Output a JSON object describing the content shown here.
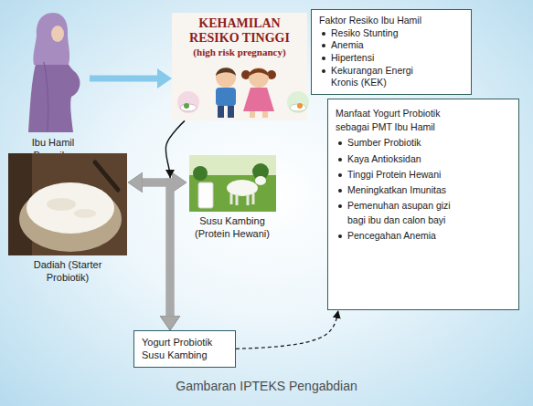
{
  "diagram": {
    "caption": "Gambaran IPTEKS Pengabdian",
    "nodes": [
      {
        "text": [
          "Ibu Hamil Beresiko"
        ]
      },
      {
        "text": [
          "KEHAMILAN RESIKO TINGGI",
          "(high risk pregnancy)"
        ]
      },
      {
        "text": [
          "Faktor Resiko Ibu Hamil",
          "Resiko Stunting",
          "Anemia",
          "Hipertensi",
          "Kekurangan Energi Kronis (KEK)"
        ]
      },
      {
        "text": [
          "Manfaat Yogurt Probiotik sebagai PMT Ibu Hamil",
          "Sumber Probiotik",
          "Kaya Antioksidan",
          "Tinggi Protein Hewani",
          "Meningkatkan Imunitas",
          "Pemenuhan asupan gizi bagi ibu dan calon bayi",
          "Pencegahan Anemia"
        ]
      },
      {
        "text": [
          "Dadiah (Starter Probiotik)"
        ]
      },
      {
        "text": [
          "Susu Kambing (Protein Hewani)"
        ]
      },
      {
        "text": [
          "Yogurt Probiotik Susu Kambing"
        ]
      }
    ],
    "edges": [
      {
        "from": 0,
        "to": 1,
        "arrow": "to"
      },
      {
        "from": 1,
        "to": 6,
        "arrow": "to"
      },
      {
        "from": 4,
        "to": 5,
        "arrow": "both"
      },
      {
        "from": 4,
        "to": 6,
        "arrow": "to"
      },
      {
        "from": 5,
        "to": 6,
        "arrow": "to"
      },
      {
        "from": 6,
        "to": 3,
        "arrow": "to"
      }
    ]
  }
}
